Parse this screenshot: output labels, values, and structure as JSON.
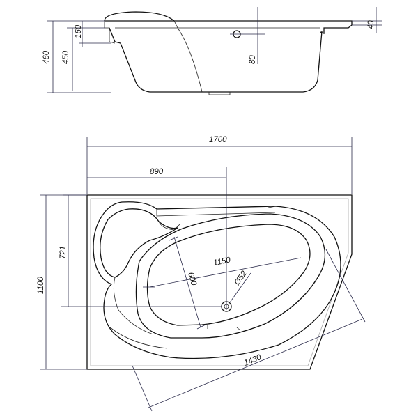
{
  "side_view": {
    "height_total": "460",
    "height_rim": "450",
    "depth_step": "160",
    "drain_offset": "80",
    "rim_thickness": "40"
  },
  "top_view": {
    "width_total": "1700",
    "seat_width": "890",
    "length_total": "1100",
    "drain_depth": "721",
    "inner_length": "1150",
    "inner_width": "600",
    "drain_diameter": "Ø52",
    "diagonal": "1430"
  }
}
